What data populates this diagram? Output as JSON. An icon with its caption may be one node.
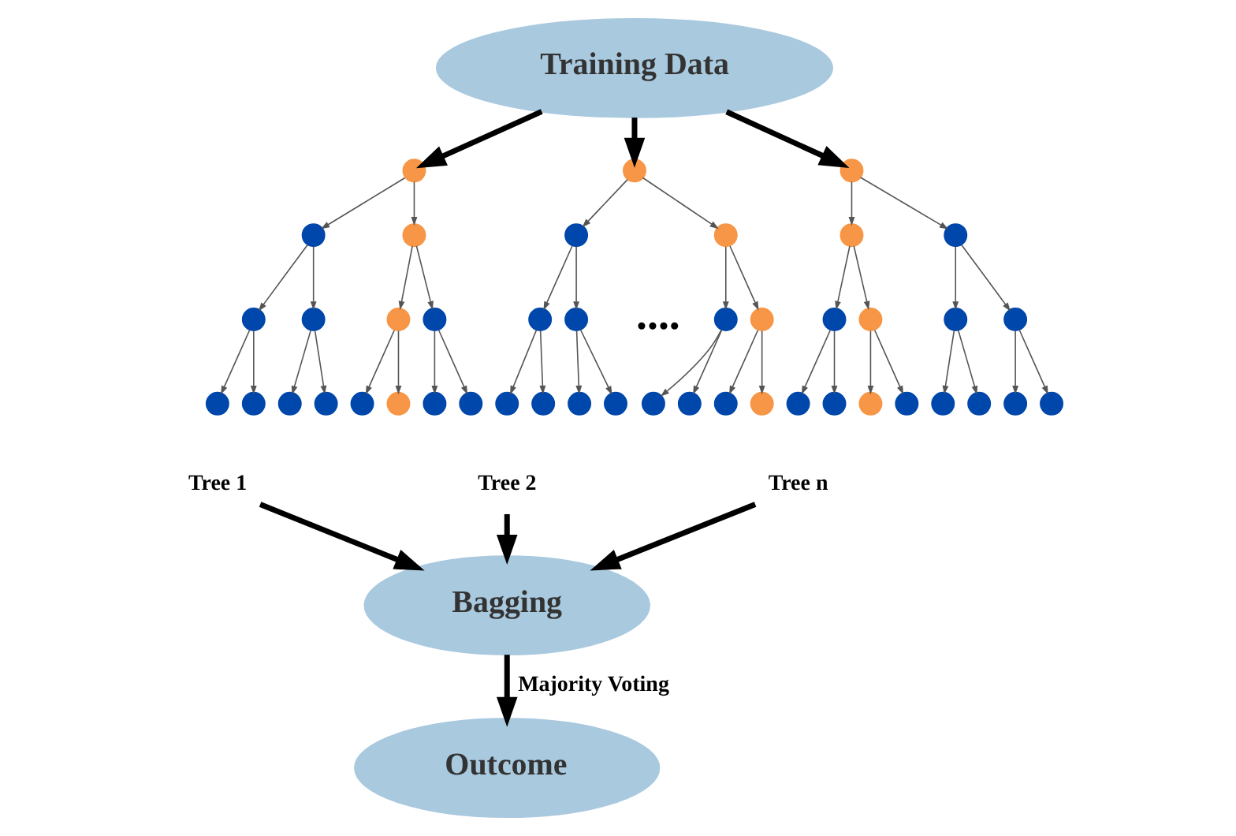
{
  "diagram": {
    "nodes": [
      {
        "text": [
          "Training Data"
        ]
      },
      {
        "text": [],
        "shape": "circle"
      },
      {
        "text": [],
        "shape": "circle"
      },
      {
        "text": [],
        "shape": "circle"
      },
      {
        "text": [],
        "shape": "circle"
      },
      {
        "text": [],
        "shape": "circle"
      },
      {
        "text": [],
        "shape": "circle"
      },
      {
        "text": [],
        "shape": "circle"
      },
      {
        "text": [],
        "shape": "circle"
      },
      {
        "text": [],
        "shape": "circle"
      },
      {
        "text": [],
        "shape": "circle"
      },
      {
        "text": [],
        "shape": "circle"
      },
      {
        "text": [],
        "shape": "circle"
      },
      {
        "text": [],
        "shape": "circle"
      },
      {
        "text": [],
        "shape": "circle"
      },
      {
        "text": [],
        "shape": "circle"
      },
      {
        "text": [],
        "shape": "circle"
      },
      {
        "text": [],
        "shape": "circle"
      },
      {
        "text": [],
        "shape": "circle"
      },
      {
        "text": [],
        "shape": "circle"
      },
      {
        "text": [],
        "shape": "circle"
      },
      {
        "text": [],
        "shape": "circle"
      },
      {
        "text": [],
        "shape": "circle"
      },
      {
        "text": [],
        "shape": "circle"
      },
      {
        "text": [],
        "shape": "circle"
      },
      {
        "text": [],
        "shape": "circle"
      },
      {
        "text": [],
        "shape": "circle"
      },
      {
        "text": [],
        "shape": "circle"
      },
      {
        "text": [],
        "shape": "circle"
      },
      {
        "text": [],
        "shape": "circle"
      },
      {
        "text": [],
        "shape": "circle"
      },
      {
        "text": [],
        "shape": "circle"
      },
      {
        "text": [],
        "shape": "circle"
      },
      {
        "text": [],
        "shape": "circle"
      },
      {
        "text": [],
        "shape": "circle"
      },
      {
        "text": [],
        "shape": "circle"
      },
      {
        "text": [],
        "shape": "circle"
      },
      {
        "text": [],
        "shape": "circle"
      },
      {
        "text": [],
        "shape": "circle"
      },
      {
        "text": [],
        "shape": "circle"
      },
      {
        "text": [],
        "shape": "circle"
      },
      {
        "text": [],
        "shape": "circle"
      },
      {
        "text": [],
        "shape": "circle"
      },
      {
        "text": [],
        "shape": "circle"
      },
      {
        "text": [],
        "shape": "circle"
      },
      {
        "text": [],
        "shape": "circle"
      },
      {
        "text": [
          "Tree 1"
        ]
      },
      {
        "text": [
          "Tree 2"
        ]
      },
      {
        "text": [
          "Tree n"
        ]
      },
      {
        "text": [
          "Bagging"
        ]
      },
      {
        "text": [
          "Outcome"
        ]
      }
    ],
    "edges": [
      {
        "from": 0,
        "to": 1,
        "arrow": "to",
        "style": "thick",
        "color": "#000000"
      },
      {
        "from": 0,
        "to": 16,
        "arrow": "to",
        "style": "thick",
        "color": "#000000"
      },
      {
        "from": 0,
        "to": 31,
        "arrow": "to",
        "style": "thick",
        "color": "#000000"
      },
      {
        "from": 1,
        "to": 2,
        "arrow": "to"
      },
      {
        "from": 1,
        "to": 3,
        "arrow": "to"
      },
      {
        "from": 2,
        "to": 4,
        "arrow": "to"
      },
      {
        "from": 2,
        "to": 5,
        "arrow": "to"
      },
      {
        "from": 3,
        "to": 6,
        "arrow": "to"
      },
      {
        "from": 3,
        "to": 7,
        "arrow": "to"
      },
      {
        "from": 4,
        "to": 8,
        "arrow": "to"
      },
      {
        "from": 4,
        "to": 9,
        "arrow": "to"
      },
      {
        "from": 5,
        "to": 10,
        "arrow": "to"
      },
      {
        "from": 5,
        "to": 11,
        "arrow": "to"
      },
      {
        "from": 6,
        "to": 12,
        "arrow": "to"
      },
      {
        "from": 6,
        "to": 13,
        "arrow": "to"
      },
      {
        "from": 7,
        "to": 14,
        "arrow": "to"
      },
      {
        "from": 7,
        "to": 15,
        "arrow": "to"
      },
      {
        "from": 16,
        "to": 17,
        "arrow": "to"
      },
      {
        "from": 16,
        "to": 18,
        "arrow": "to"
      },
      {
        "from": 17,
        "to": 19,
        "arrow": "to"
      },
      {
        "from": 17,
        "to": 20,
        "arrow": "to"
      },
      {
        "from": 18,
        "to": 21,
        "arrow": "to"
      },
      {
        "from": 18,
        "to": 22,
        "arrow": "to"
      },
      {
        "from": 19,
        "to": 23,
        "arrow": "to"
      },
      {
        "from": 19,
        "to": 24,
        "arrow": "to"
      },
      {
        "from": 20,
        "to": 25,
        "arrow": "to"
      },
      {
        "from": 20,
        "to": 26,
        "arrow": "to"
      },
      {
        "from": 21,
        "to": 27,
        "arrow": "to"
      },
      {
        "from": 21,
        "to": 28,
        "arrow": "to"
      },
      {
        "from": 22,
        "to": 29,
        "arrow": "to"
      },
      {
        "from": 22,
        "to": 30,
        "arrow": "to"
      },
      {
        "from": 31,
        "to": 32,
        "arrow": "to"
      },
      {
        "from": 31,
        "to": 33,
        "arrow": "to"
      },
      {
        "from": 32,
        "to": 34,
        "arrow": "to"
      },
      {
        "from": 32,
        "to": 35,
        "arrow": "to"
      },
      {
        "from": 33,
        "to": 36,
        "arrow": "to"
      },
      {
        "from": 33,
        "to": 37,
        "arrow": "to"
      },
      {
        "from": 34,
        "to": 38,
        "arrow": "to"
      },
      {
        "from": 34,
        "to": 39,
        "arrow": "to"
      },
      {
        "from": 35,
        "to": 40,
        "arrow": "to"
      },
      {
        "from": 35,
        "to": 41,
        "arrow": "to"
      },
      {
        "from": 36,
        "to": 42,
        "arrow": "to"
      },
      {
        "from": 36,
        "to": 43,
        "arrow": "to"
      },
      {
        "from": 37,
        "to": 44,
        "arrow": "to"
      },
      {
        "from": 37,
        "to": 45,
        "arrow": "to"
      },
      {
        "from": 46,
        "to": 49,
        "arrow": "to",
        "style": "thick",
        "color": "#000000"
      },
      {
        "from": 47,
        "to": 49,
        "arrow": "to",
        "style": "thick",
        "color": "#000000"
      },
      {
        "from": 48,
        "to": 49,
        "arrow": "to",
        "style": "thick",
        "color": "#000000"
      },
      {
        "from": 49,
        "to": 50,
        "arrow": "to",
        "label": "Majority Voting",
        "style": "thick",
        "color": "#000000"
      }
    ],
    "labels": [
      "...."
    ]
  }
}
